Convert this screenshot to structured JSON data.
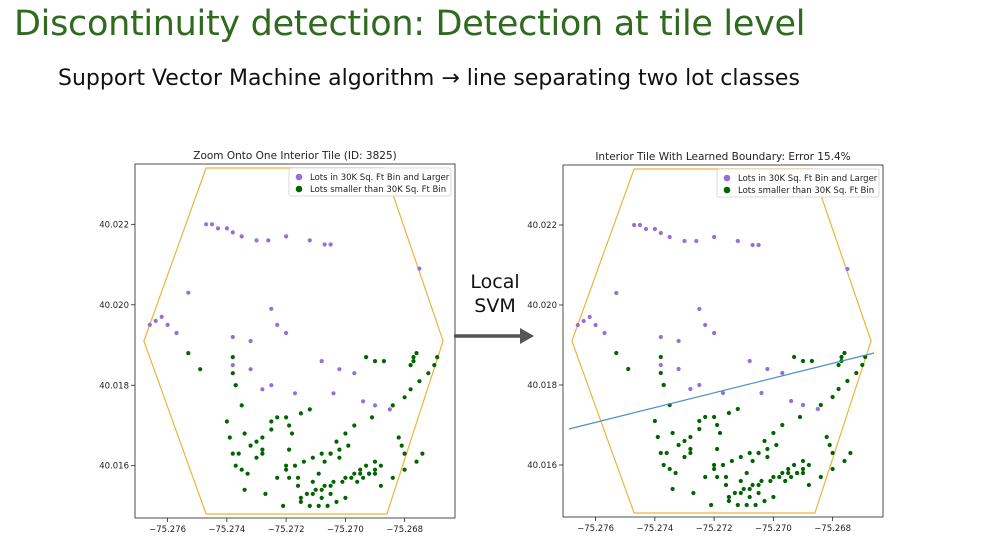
{
  "slide": {
    "title": "Discontinuity detection: Detection at tile level",
    "subtitle": "Support Vector Machine algorithm → line separating two lot classes",
    "arrow_label_line1": "Local",
    "arrow_label_line2": "SVM"
  },
  "colors": {
    "title": "#2f6a1e",
    "hexagon": "#f0b23c",
    "large_lots": "#9370db",
    "small_lots": "#006400",
    "boundary": "#4a90c4",
    "arrow": "#555555"
  },
  "chart_data": [
    {
      "type": "scatter",
      "title": "Zoom Onto One Interior Tile (ID: 3825)",
      "xlim": [
        -75.2771,
        -75.2663
      ],
      "ylim": [
        40.0147,
        40.0235
      ],
      "xticks": [
        -75.276,
        -75.274,
        -75.272,
        -75.27,
        -75.268
      ],
      "yticks": [
        40.016,
        40.018,
        40.02,
        40.022
      ],
      "xtick_labels": [
        "−75.276",
        "−75.274",
        "−75.272",
        "−75.270",
        "−75.268"
      ],
      "ytick_labels": [
        "40.016",
        "40.018",
        "40.020",
        "40.022"
      ],
      "legend": "top-right",
      "hexagon": [
        [
          -75.2747,
          40.0234
        ],
        [
          -75.2687,
          40.0234
        ],
        [
          -75.2667,
          40.0191
        ],
        [
          -75.2686,
          40.0148
        ],
        [
          -75.2747,
          40.0148
        ],
        [
          -75.2768,
          40.0191
        ]
      ],
      "series": [
        {
          "name": "Lots in 30K Sq. Ft Bin and Larger",
          "x": [
            -75.2747,
            -75.2745,
            -75.2743,
            -75.274,
            -75.2738,
            -75.2735,
            -75.273,
            -75.2726,
            -75.272,
            -75.2712,
            -75.2707,
            -75.2705,
            -75.2675,
            -75.2766,
            -75.2764,
            -75.2762,
            -75.276,
            -75.2757,
            -75.2753,
            -75.2738,
            -75.2732,
            -75.2725,
            -75.2723,
            -75.272,
            -75.2738,
            -75.2732,
            -75.2708,
            -75.2702,
            -75.2697,
            -75.2737,
            -75.2728,
            -75.2725,
            -75.2717,
            -75.2704,
            -75.2694,
            -75.269,
            -75.2685
          ],
          "y": [
            40.022,
            40.022,
            40.0219,
            40.0219,
            40.0218,
            40.0217,
            40.0216,
            40.0216,
            40.0217,
            40.0216,
            40.0215,
            40.0215,
            40.0209,
            40.0195,
            40.0196,
            40.0197,
            40.0195,
            40.0193,
            40.0203,
            40.0192,
            40.0191,
            40.0199,
            40.0195,
            40.0193,
            40.0185,
            40.0184,
            40.0186,
            40.0184,
            40.0183,
            40.018,
            40.0179,
            40.018,
            40.0178,
            40.0178,
            40.0176,
            40.0175,
            40.0174
          ]
        },
        {
          "name": "Lots smaller than 30K Sq. Ft Bin",
          "x": [
            -75.2753,
            -75.2749,
            -75.2738,
            -75.2738,
            -75.2737,
            -75.2735,
            -75.2734,
            -75.2732,
            -75.273,
            -75.274,
            -75.2739,
            -75.2738,
            -75.2737,
            -75.2735,
            -75.2733,
            -75.2734,
            -75.2725,
            -75.2725,
            -75.2728,
            -75.2728,
            -75.272,
            -75.2719,
            -75.2718,
            -75.2719,
            -75.272,
            -75.2716,
            -75.2719,
            -75.2723,
            -75.2727,
            -75.2721,
            -75.2715,
            -75.2713,
            -75.2716,
            -75.2711,
            -75.2709,
            -75.2707,
            -75.2705,
            -75.2703,
            -75.27,
            -75.2697,
            -75.2691,
            -75.2684,
            -75.268,
            -75.2678,
            -75.2675,
            -75.2672,
            -75.267,
            -75.2669,
            -75.2682,
            -75.2681,
            -75.268,
            -75.2688,
            -75.2684,
            -75.268,
            -75.2676,
            -75.2674,
            -75.2678,
            -75.2677,
            -75.2677,
            -75.2676,
            -75.2693,
            -75.269,
            -75.2687,
            -75.271,
            -75.2707,
            -75.2704,
            -75.27,
            -75.2697,
            -75.2695,
            -75.2693,
            -75.269,
            -75.2715,
            -75.2711,
            -75.2708,
            -75.2705,
            -75.2701,
            -75.2698,
            -75.2695,
            -75.2692,
            -75.269,
            -75.2688,
            -75.272,
            -75.2717,
            -75.2714,
            -75.2711,
            -75.2708,
            -75.2705,
            -75.2702,
            -75.2699,
            -75.27,
            -75.2703,
            -75.2706,
            -75.2709,
            -75.2712,
            -75.2708,
            -75.2705,
            -75.2696,
            -75.2694,
            -75.2692,
            -75.269,
            -75.2736,
            -75.2728,
            -75.273,
            -75.2723,
            -75.2715,
            -75.2712,
            -75.2702
          ],
          "y": [
            40.0188,
            40.0184,
            40.0187,
            40.0183,
            40.018,
            40.0175,
            40.0168,
            40.0165,
            40.0162,
            40.0171,
            40.0167,
            40.0163,
            40.016,
            40.0159,
            40.0158,
            40.0154,
            40.0169,
            40.0171,
            40.0167,
            40.0163,
            40.0172,
            40.017,
            40.0168,
            40.0164,
            40.016,
            40.0155,
            40.0157,
            40.0157,
            40.0153,
            40.015,
            40.0151,
            40.0153,
            40.0157,
            40.0156,
            40.0158,
            40.0161,
            40.0163,
            40.0166,
            40.0168,
            40.017,
            40.0172,
            40.0175,
            40.0177,
            40.0179,
            40.0181,
            40.0183,
            40.0185,
            40.0187,
            40.0167,
            40.0165,
            40.0163,
            40.0155,
            40.0157,
            40.0159,
            40.0161,
            40.0163,
            40.0185,
            40.0186,
            40.0187,
            40.0188,
            40.0187,
            40.0186,
            40.0186,
            40.0154,
            40.0155,
            40.0156,
            40.0157,
            40.0158,
            40.0159,
            40.016,
            40.0161,
            40.0152,
            40.0153,
            40.0154,
            40.0155,
            40.0156,
            40.0157,
            40.0158,
            40.0158,
            40.0159,
            40.016,
            40.0159,
            40.016,
            40.0161,
            40.0162,
            40.0163,
            40.0163,
            40.0164,
            40.0165,
            40.0152,
            40.0151,
            40.015,
            40.015,
            40.015,
            40.0152,
            40.0153,
            40.0156,
            40.0157,
            40.0158,
            40.0158,
            40.0163,
            40.0164,
            40.0166,
            40.0172,
            40.0173,
            40.0174,
            40.0162
          ]
        }
      ]
    },
    {
      "type": "scatter",
      "title": "Interior Tile With Learned Boundary: Error 15.4%",
      "xlim": [
        -75.2771,
        -75.2663
      ],
      "ylim": [
        40.0147,
        40.0235
      ],
      "xticks": [
        -75.276,
        -75.274,
        -75.272,
        -75.27,
        -75.268
      ],
      "yticks": [
        40.016,
        40.018,
        40.02,
        40.022
      ],
      "xtick_labels": [
        "−75.276",
        "−75.274",
        "−75.272",
        "−75.270",
        "−75.268"
      ],
      "ytick_labels": [
        "40.016",
        "40.018",
        "40.020",
        "40.022"
      ],
      "legend": "top-right",
      "hexagon": [
        [
          -75.2747,
          40.0234
        ],
        [
          -75.2687,
          40.0234
        ],
        [
          -75.2667,
          40.0191
        ],
        [
          -75.2686,
          40.0148
        ],
        [
          -75.2747,
          40.0148
        ],
        [
          -75.2768,
          40.0191
        ]
      ],
      "boundary_line": [
        [
          -75.2769,
          40.0169
        ],
        [
          -75.2666,
          40.0188
        ]
      ],
      "series": [
        {
          "name": "Lots in 30K Sq. Ft Bin and Larger",
          "x": [
            -75.2747,
            -75.2745,
            -75.2743,
            -75.274,
            -75.2738,
            -75.2735,
            -75.273,
            -75.2726,
            -75.272,
            -75.2712,
            -75.2707,
            -75.2705,
            -75.2675,
            -75.2766,
            -75.2764,
            -75.2762,
            -75.276,
            -75.2757,
            -75.2753,
            -75.2738,
            -75.2732,
            -75.2725,
            -75.2723,
            -75.272,
            -75.2738,
            -75.2732,
            -75.2708,
            -75.2702,
            -75.2697,
            -75.2737,
            -75.2728,
            -75.2725,
            -75.2717,
            -75.2704,
            -75.2694,
            -75.269,
            -75.2685
          ],
          "y": [
            40.022,
            40.022,
            40.0219,
            40.0219,
            40.0218,
            40.0217,
            40.0216,
            40.0216,
            40.0217,
            40.0216,
            40.0215,
            40.0215,
            40.0209,
            40.0195,
            40.0196,
            40.0197,
            40.0195,
            40.0193,
            40.0203,
            40.0192,
            40.0191,
            40.0199,
            40.0195,
            40.0193,
            40.0185,
            40.0184,
            40.0186,
            40.0184,
            40.0183,
            40.018,
            40.0179,
            40.018,
            40.0178,
            40.0178,
            40.0176,
            40.0175,
            40.0174
          ]
        },
        {
          "name": "Lots smaller than 30K Sq. Ft Bin",
          "x": [
            -75.2753,
            -75.2749,
            -75.2738,
            -75.2738,
            -75.2737,
            -75.2735,
            -75.2734,
            -75.2732,
            -75.273,
            -75.274,
            -75.2739,
            -75.2738,
            -75.2737,
            -75.2735,
            -75.2733,
            -75.2734,
            -75.2725,
            -75.2725,
            -75.2728,
            -75.2728,
            -75.272,
            -75.2719,
            -75.2718,
            -75.2719,
            -75.272,
            -75.2716,
            -75.2719,
            -75.2723,
            -75.2727,
            -75.2721,
            -75.2715,
            -75.2713,
            -75.2716,
            -75.2711,
            -75.2709,
            -75.2707,
            -75.2705,
            -75.2703,
            -75.27,
            -75.2697,
            -75.2691,
            -75.2684,
            -75.268,
            -75.2678,
            -75.2675,
            -75.2672,
            -75.267,
            -75.2669,
            -75.2682,
            -75.2681,
            -75.268,
            -75.2688,
            -75.2684,
            -75.268,
            -75.2676,
            -75.2674,
            -75.2678,
            -75.2677,
            -75.2677,
            -75.2676,
            -75.2693,
            -75.269,
            -75.2687,
            -75.271,
            -75.2707,
            -75.2704,
            -75.27,
            -75.2697,
            -75.2695,
            -75.2693,
            -75.269,
            -75.2715,
            -75.2711,
            -75.2708,
            -75.2705,
            -75.2701,
            -75.2698,
            -75.2695,
            -75.2692,
            -75.269,
            -75.2688,
            -75.272,
            -75.2717,
            -75.2714,
            -75.2711,
            -75.2708,
            -75.2705,
            -75.2702,
            -75.2699,
            -75.27,
            -75.2703,
            -75.2706,
            -75.2709,
            -75.2712,
            -75.2708,
            -75.2705,
            -75.2696,
            -75.2694,
            -75.2692,
            -75.269,
            -75.2736,
            -75.2728,
            -75.273,
            -75.2723,
            -75.2715,
            -75.2712,
            -75.2702
          ],
          "y": [
            40.0188,
            40.0184,
            40.0187,
            40.0183,
            40.018,
            40.0175,
            40.0168,
            40.0165,
            40.0162,
            40.0171,
            40.0167,
            40.0163,
            40.016,
            40.0159,
            40.0158,
            40.0154,
            40.0169,
            40.0171,
            40.0167,
            40.0163,
            40.0172,
            40.017,
            40.0168,
            40.0164,
            40.016,
            40.0155,
            40.0157,
            40.0157,
            40.0153,
            40.015,
            40.0151,
            40.0153,
            40.0157,
            40.0156,
            40.0158,
            40.0161,
            40.0163,
            40.0166,
            40.0168,
            40.017,
            40.0172,
            40.0175,
            40.0177,
            40.0179,
            40.0181,
            40.0183,
            40.0185,
            40.0187,
            40.0167,
            40.0165,
            40.0163,
            40.0155,
            40.0157,
            40.0159,
            40.0161,
            40.0163,
            40.0185,
            40.0186,
            40.0187,
            40.0188,
            40.0187,
            40.0186,
            40.0186,
            40.0154,
            40.0155,
            40.0156,
            40.0157,
            40.0158,
            40.0159,
            40.016,
            40.0161,
            40.0152,
            40.0153,
            40.0154,
            40.0155,
            40.0156,
            40.0157,
            40.0158,
            40.0158,
            40.0159,
            40.016,
            40.0159,
            40.016,
            40.0161,
            40.0162,
            40.0163,
            40.0163,
            40.0164,
            40.0165,
            40.0152,
            40.0151,
            40.015,
            40.015,
            40.015,
            40.0152,
            40.0153,
            40.0156,
            40.0157,
            40.0158,
            40.0158,
            40.0163,
            40.0164,
            40.0166,
            40.0172,
            40.0173,
            40.0174,
            40.0162
          ]
        }
      ]
    }
  ]
}
